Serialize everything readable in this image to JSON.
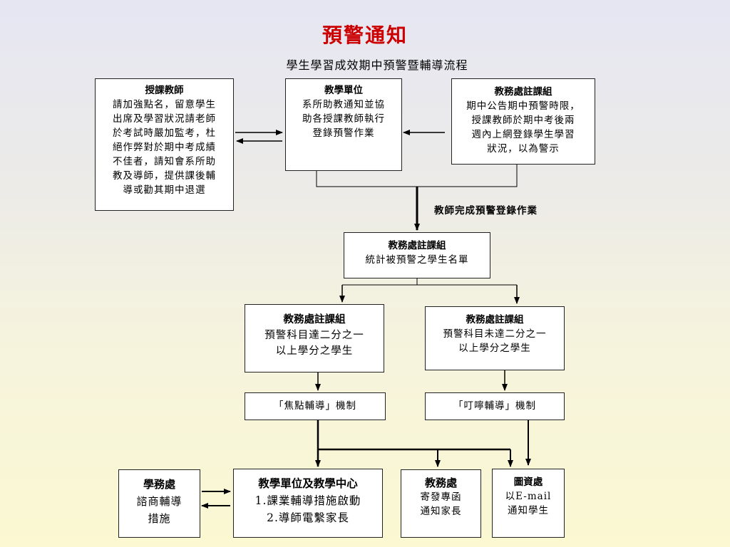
{
  "title": "預警通知",
  "subtitle": "學生學習成效期中預警暨輔導流程",
  "boxes": {
    "teacher": {
      "head": "授課教師",
      "body": "請加強點名，留意學生\n出席及學習狀況請老師\n於考試時嚴加監考，杜\n絕作弊對於期中考成績\n不佳者，請知會系所助\n教及導師，提供課後輔\n導或勸其期中退選"
    },
    "unit": {
      "head": "教學單位",
      "body": "系所助教通知並協\n助各授課教師執行\n登錄預警作業"
    },
    "registrar_top": {
      "head": "教務處註課組",
      "body": "期中公告期中預警時限，\n授課教師於期中考後兩\n週內上網登錄學生學習\n狀況，以為警示"
    },
    "registrar_mid": {
      "head": "教務處註課組",
      "body": "統計被預警之學生名單"
    },
    "registrar_left": {
      "head": "教務處註課組",
      "body": "預警科目達二分之一\n以上學分之學生"
    },
    "registrar_right": {
      "head": "教務處註課組",
      "body": "預警科目未達二分之一\n以上學分之學生"
    },
    "focus": {
      "body": "「焦點輔導」機制"
    },
    "reminder": {
      "body": "「叮嚀輔導」機制"
    },
    "student_affairs": {
      "head": "學務處",
      "body": "諮商輔導\n措施"
    },
    "teaching_center": {
      "head": "教學單位及教學中心",
      "body": "1.課業輔導措施啟動\n2.導師電繫家長"
    },
    "academic_affairs": {
      "head": "教務處",
      "body": "寄發專函\n通知家長"
    },
    "library": {
      "head": "圖資處",
      "body": "以E-mail\n通知學生"
    }
  },
  "labels": {
    "complete": "教師完成預警登錄作業"
  }
}
